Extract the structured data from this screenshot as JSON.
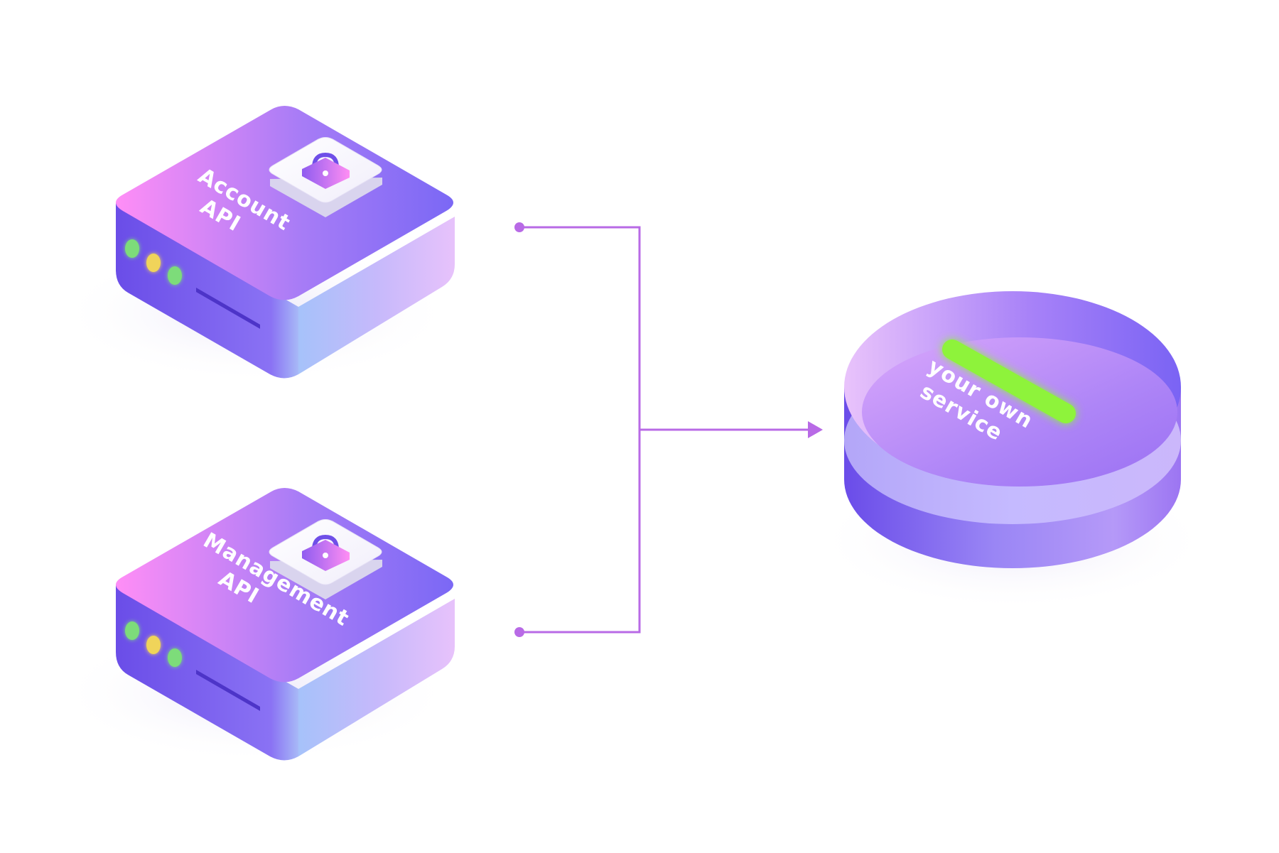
{
  "nodes": {
    "account_api": {
      "line1": "Account",
      "line2": "API",
      "icon": "lock-icon"
    },
    "management_api": {
      "line1": "Management",
      "line2": "API",
      "icon": "lock-icon"
    },
    "own_service": {
      "line1": "your own",
      "line2": "service",
      "icon": "status-bar-icon"
    }
  },
  "colors": {
    "connector": "#b86ae6",
    "status_green": "#8ef33a",
    "led_green": "#7ddc7a",
    "led_yellow": "#f0d45a"
  }
}
